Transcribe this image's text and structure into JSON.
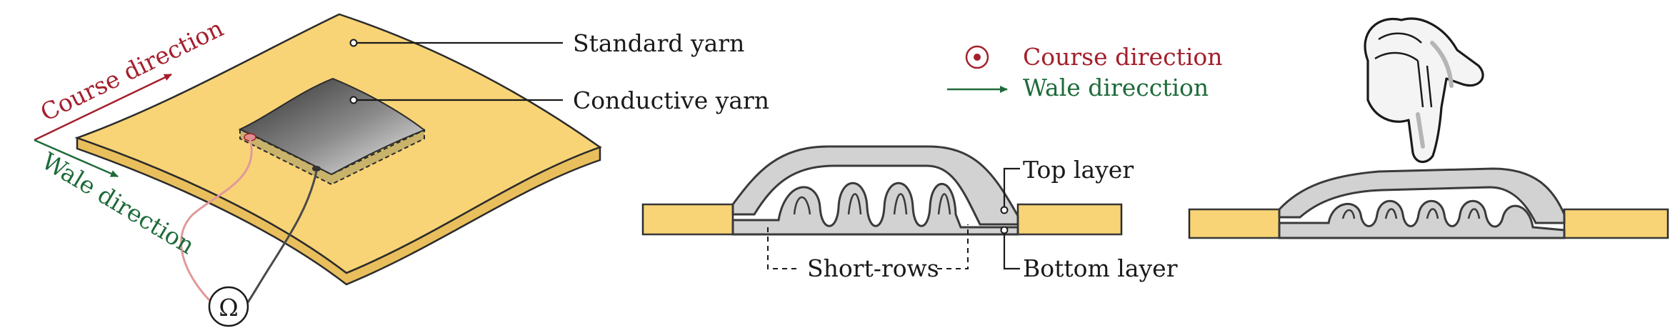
{
  "panel_left": {
    "standard_yarn": "Standard yarn",
    "conductive_yarn": "Conductive yarn",
    "course_direction": "Course direction",
    "wale_direction": "Wale direction",
    "ohm_symbol": "Ω"
  },
  "legend": {
    "course_direction": "Course direction",
    "wale_direction": "Wale direcction"
  },
  "panel_middle": {
    "top_layer": "Top layer",
    "bottom_layer": "Bottom layer",
    "short_rows": "Short-rows"
  },
  "colors": {
    "standard_yarn": "#f8d477",
    "conductive_grey": "#d2d2d2",
    "course_red": "#a3202c",
    "wale_green": "#1e6b3a"
  },
  "icons": [
    "pointing-hand-icon",
    "ohmmeter-icon",
    "course-direction-dot-icon",
    "wale-direction-arrow-icon"
  ]
}
